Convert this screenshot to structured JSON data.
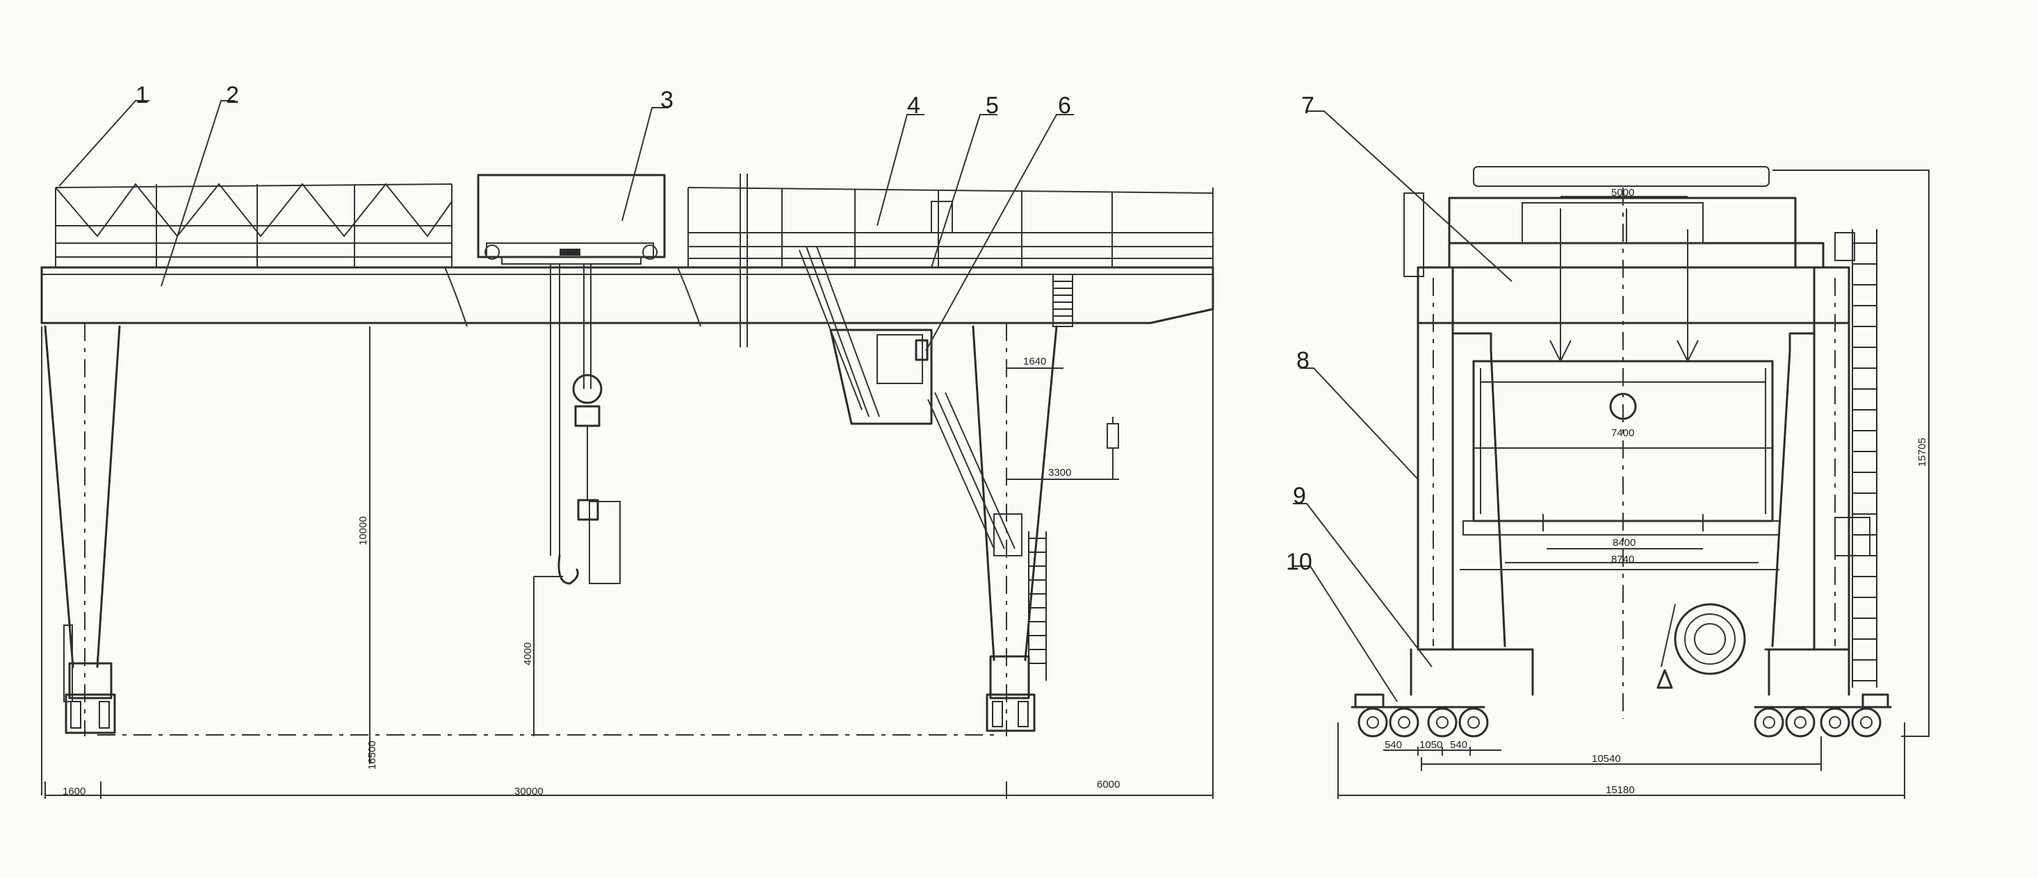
{
  "callouts": [
    "1",
    "2",
    "3",
    "4",
    "5",
    "6",
    "7",
    "8",
    "9",
    "10"
  ],
  "dimensions": {
    "left_overhang": "1600",
    "span": "30000",
    "right_overhang": "6000",
    "lift_height_under": "10000",
    "lift_below": "4000",
    "total_height_front": "16500",
    "cab_offset": "1640",
    "hook_offset": "3300",
    "trolley_gauge": "5000",
    "spreader_width": "7400",
    "inner_width_1": "8400",
    "inner_width_2": "8740",
    "total_height_side": "15705",
    "wheel_spacing_a": "540",
    "wheel_spacing_b": "1050",
    "wheel_spacing_c": "540",
    "track_gauge": "10540",
    "overall_width": "15180"
  }
}
